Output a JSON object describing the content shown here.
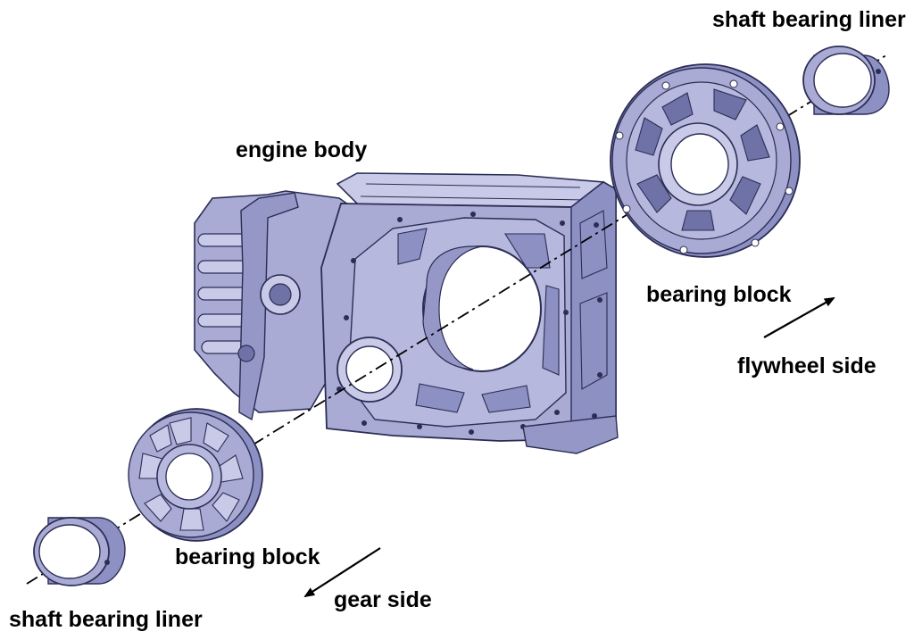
{
  "labels": {
    "shaft_bearing_liner_top": "shaft bearing liner",
    "engine_body": "engine body",
    "bearing_block_right": "bearing block",
    "flywheel_side": "flywheel side",
    "bearing_block_left": "bearing block",
    "gear_side": "gear side",
    "shaft_bearing_liner_bottom": "shaft bearing liner"
  },
  "colors": {
    "part_fill": "#a9abd4",
    "part_light": "#c8cae8",
    "part_dark": "#6f72a6",
    "edge": "#2b2d55",
    "axis_line": "#000000",
    "label_text": "#000000"
  },
  "parts": [
    {
      "name": "shaft bearing liner",
      "side": "flywheel side"
    },
    {
      "name": "bearing block",
      "side": "flywheel side"
    },
    {
      "name": "engine body"
    },
    {
      "name": "bearing block",
      "side": "gear side"
    },
    {
      "name": "shaft bearing liner",
      "side": "gear side"
    }
  ],
  "axis_style": "dash-dot",
  "icons": [
    "arrow-to-flywheel-side-icon",
    "arrow-to-gear-side-icon"
  ]
}
